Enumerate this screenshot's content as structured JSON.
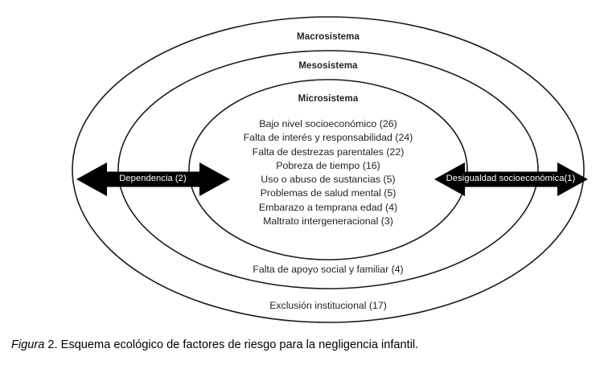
{
  "figure": {
    "caption_italic_prefix": "Figura",
    "caption_rest": " 2. Esquema ecológico de factores de riesgo para la negligencia infantil.",
    "colors": {
      "ring_stroke": "#1a1a1a",
      "arrow_fill": "#000000",
      "text": "#231f20",
      "arrow_text": "#ffffff",
      "background": "#ffffff"
    }
  },
  "rings": [
    {
      "id": "macrosistema",
      "label": "Macrosistema"
    },
    {
      "id": "mesosistema",
      "label": "Mesosistema"
    },
    {
      "id": "microsistema",
      "label": "Microsistema"
    }
  ],
  "microsystem_factors": [
    {
      "label": "Bajo nivel socioeconómico (26)",
      "name": "Bajo nivel socioeconómico",
      "count": 26
    },
    {
      "label": "Falta de interés y responsabilidad (24)",
      "name": "Falta de interés y responsabilidad",
      "count": 24
    },
    {
      "label": "Falta de destrezas parentales (22)",
      "name": "Falta de destrezas parentales",
      "count": 22
    },
    {
      "label": "Pobreza de tiempo (16)",
      "name": "Pobreza de tiempo",
      "count": 16
    },
    {
      "label": "Uso o abuso de sustancias (5)",
      "name": "Uso o abuso de sustancias",
      "count": 5
    },
    {
      "label": "Problemas de salud mental (5)",
      "name": "Problemas de salud mental",
      "count": 5
    },
    {
      "label": "Embarazo a temprana edad (4)",
      "name": "Embarazo a temprana edad",
      "count": 4
    },
    {
      "label": "Maltrato intergeneracional (3)",
      "name": "Maltrato intergeneracional",
      "count": 3
    }
  ],
  "mesosystem_factors": [
    {
      "label": "Falta de apoyo social y familiar (4)",
      "name": "Falta de apoyo social y familiar",
      "count": 4
    }
  ],
  "macrosystem_factors": [
    {
      "label": "Exclusión institucional (17)",
      "name": "Exclusión institucional",
      "count": 17
    }
  ],
  "arrows": {
    "left": {
      "label": "Dependencia (2)",
      "name": "Dependencia",
      "count": 2
    },
    "right": {
      "label": "Desigualdad socioeconómica(1)",
      "name": "Desigualdad socioeconómica",
      "count": 1
    }
  }
}
